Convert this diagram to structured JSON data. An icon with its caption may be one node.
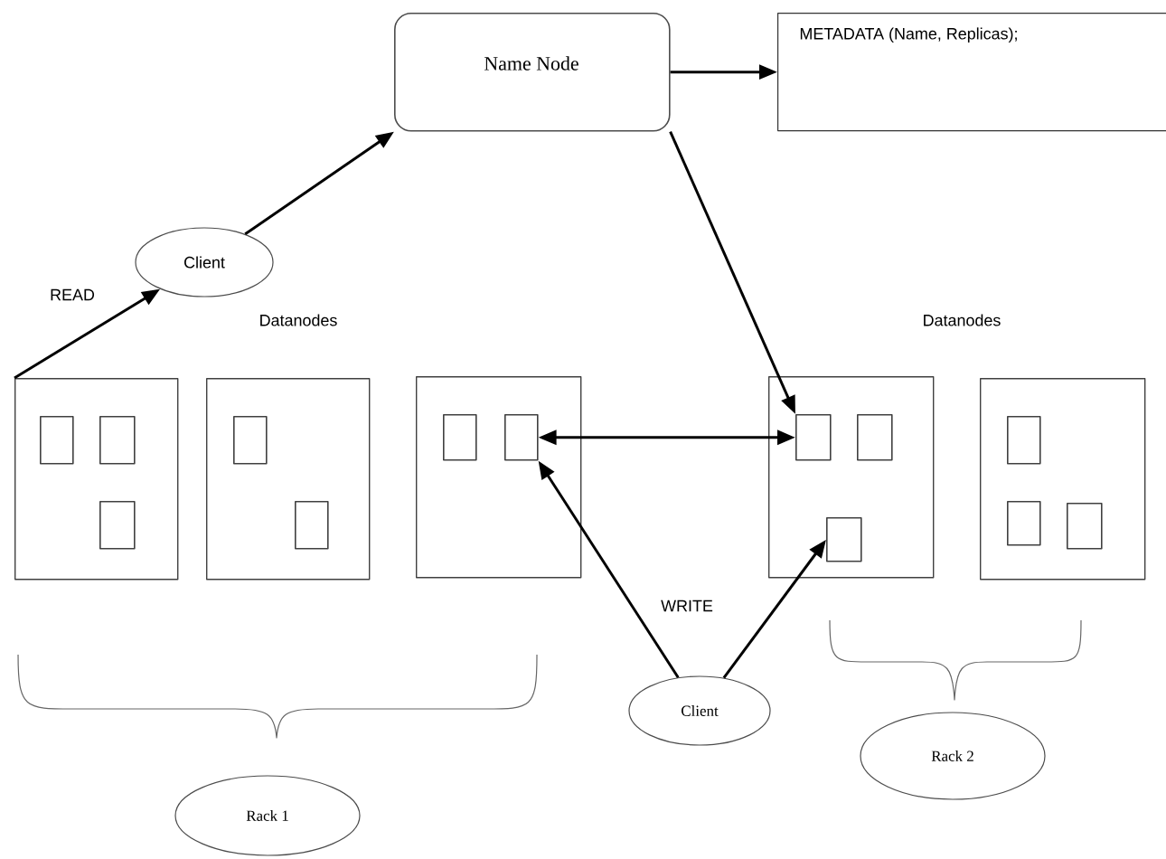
{
  "diagram": {
    "nodes": [
      {
        "text": [
          "Name Node"
        ]
      },
      {
        "text": [
          "METADATA (Name, Replicas);"
        ]
      },
      {
        "text": [
          "Client"
        ]
      },
      {
        "text": [],
        "shape": "box"
      },
      {
        "text": [],
        "shape": "box",
        "in": 3
      },
      {
        "text": [],
        "shape": "box",
        "in": 3
      },
      {
        "text": [],
        "shape": "box",
        "in": 3
      },
      {
        "text": [],
        "shape": "box"
      },
      {
        "text": [],
        "shape": "box",
        "in": 7
      },
      {
        "text": [],
        "shape": "box",
        "in": 7
      },
      {
        "text": [],
        "shape": "box"
      },
      {
        "text": [],
        "shape": "box",
        "in": 10
      },
      {
        "text": [],
        "shape": "box",
        "in": 10
      },
      {
        "text": [],
        "shape": "box"
      },
      {
        "text": [],
        "shape": "box",
        "in": 13
      },
      {
        "text": [],
        "shape": "box",
        "in": 13
      },
      {
        "text": [],
        "shape": "box",
        "in": 13
      },
      {
        "text": [],
        "shape": "box"
      },
      {
        "text": [],
        "shape": "box",
        "in": 17
      },
      {
        "text": [],
        "shape": "box",
        "in": 17
      },
      {
        "text": [],
        "shape": "box",
        "in": 17
      },
      {
        "text": [
          "Client"
        ]
      },
      {
        "text": [
          "Rack 2"
        ]
      },
      {
        "text": [
          "Rack 1"
        ]
      }
    ],
    "edges": [
      {
        "from": 3,
        "to": 2,
        "arrow": "to"
      },
      {
        "from": 2,
        "to": 0,
        "arrow": "to"
      },
      {
        "from": 0,
        "to": 1,
        "arrow": "to"
      },
      {
        "from": 0,
        "to": 14,
        "arrow": "to"
      },
      {
        "from": 12,
        "to": 14,
        "arrow": "both"
      },
      {
        "from": 21,
        "to": 12,
        "arrow": "to"
      },
      {
        "from": 21,
        "to": 16,
        "arrow": "to"
      }
    ],
    "labels": [
      "READ",
      "Datanodes",
      "Datanodes",
      "WRITE"
    ]
  }
}
